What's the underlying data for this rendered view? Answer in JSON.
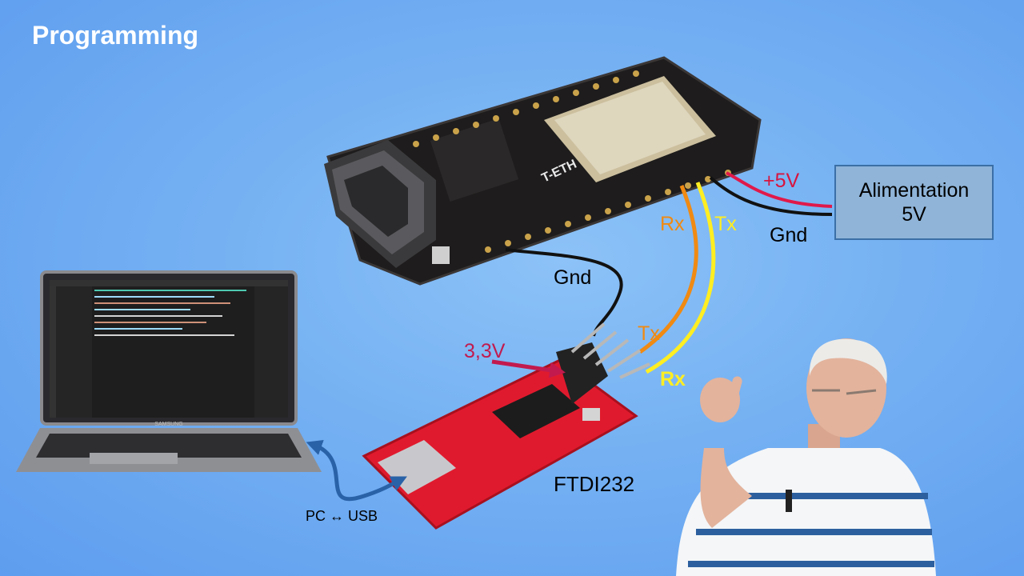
{
  "slide": {
    "title": "Programming"
  },
  "power_supply": {
    "line1": "Alimentation",
    "line2": "5V"
  },
  "wire_labels": {
    "plus5v": "+5V",
    "gnd_psu": "Gnd",
    "rx_board": "Rx",
    "tx_board": "Tx",
    "gnd_ftdi": "Gnd",
    "tx_ftdi": "Tx",
    "rx_ftdi": "Rx",
    "v33": "3,3V"
  },
  "components": {
    "ftdi_label": "FTDI232",
    "usb_label": "PC ↔ USB",
    "board_silk": "T-ETH",
    "laptop_brand": "SAMSUNG"
  },
  "colors": {
    "background": "#74b0f2",
    "red_wire": "#e0194a",
    "orange_wire": "#f08a12",
    "yellow_wire": "#ffee22",
    "black_wire": "#111111",
    "label_33v": "#c21a4e",
    "usb_arrow": "#2a62a8"
  }
}
